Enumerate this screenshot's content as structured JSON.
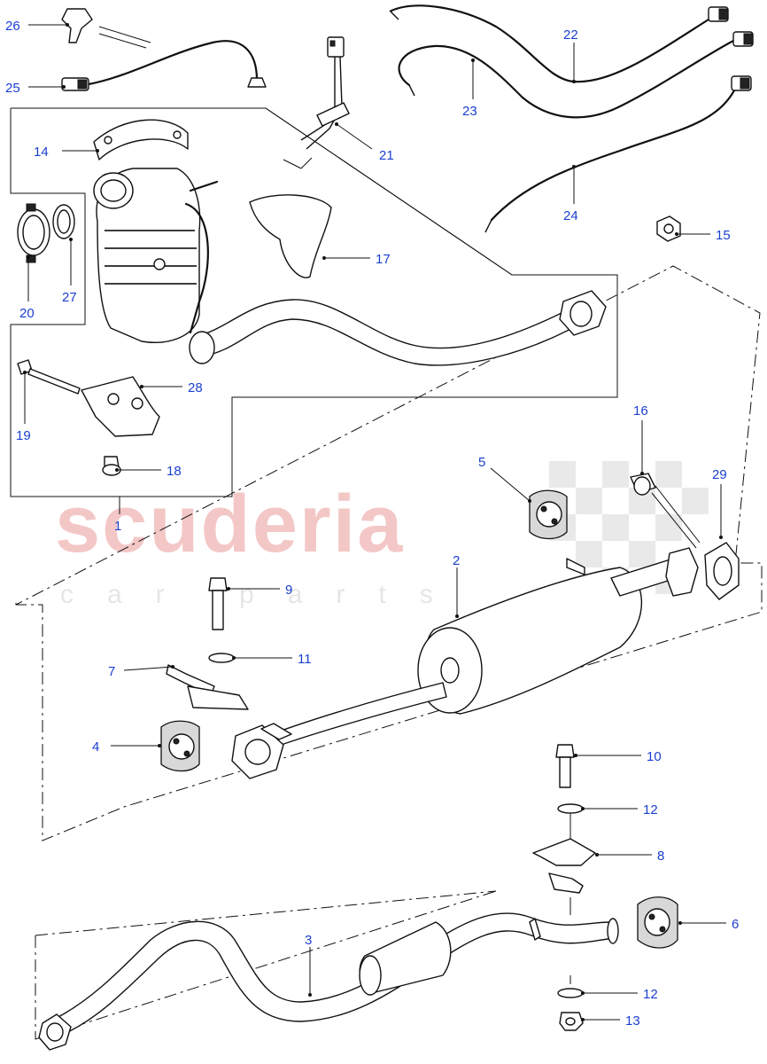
{
  "watermark": {
    "brand": "scuderia",
    "tagline": "car parts"
  },
  "callouts": [
    {
      "id": "1",
      "label": "1"
    },
    {
      "id": "2",
      "label": "2"
    },
    {
      "id": "3",
      "label": "3"
    },
    {
      "id": "4",
      "label": "4"
    },
    {
      "id": "5",
      "label": "5"
    },
    {
      "id": "6",
      "label": "6"
    },
    {
      "id": "7",
      "label": "7"
    },
    {
      "id": "8",
      "label": "8"
    },
    {
      "id": "9",
      "label": "9"
    },
    {
      "id": "10",
      "label": "10"
    },
    {
      "id": "11",
      "label": "11"
    },
    {
      "id": "12a",
      "label": "12"
    },
    {
      "id": "12b",
      "label": "12"
    },
    {
      "id": "13",
      "label": "13"
    },
    {
      "id": "14",
      "label": "14"
    },
    {
      "id": "15",
      "label": "15"
    },
    {
      "id": "16",
      "label": "16"
    },
    {
      "id": "17",
      "label": "17"
    },
    {
      "id": "18",
      "label": "18"
    },
    {
      "id": "19",
      "label": "19"
    },
    {
      "id": "20",
      "label": "20"
    },
    {
      "id": "21",
      "label": "21"
    },
    {
      "id": "22",
      "label": "22"
    },
    {
      "id": "23",
      "label": "23"
    },
    {
      "id": "24",
      "label": "24"
    },
    {
      "id": "25",
      "label": "25"
    },
    {
      "id": "26",
      "label": "26"
    },
    {
      "id": "27",
      "label": "27"
    },
    {
      "id": "28",
      "label": "28"
    },
    {
      "id": "29",
      "label": "29"
    }
  ]
}
